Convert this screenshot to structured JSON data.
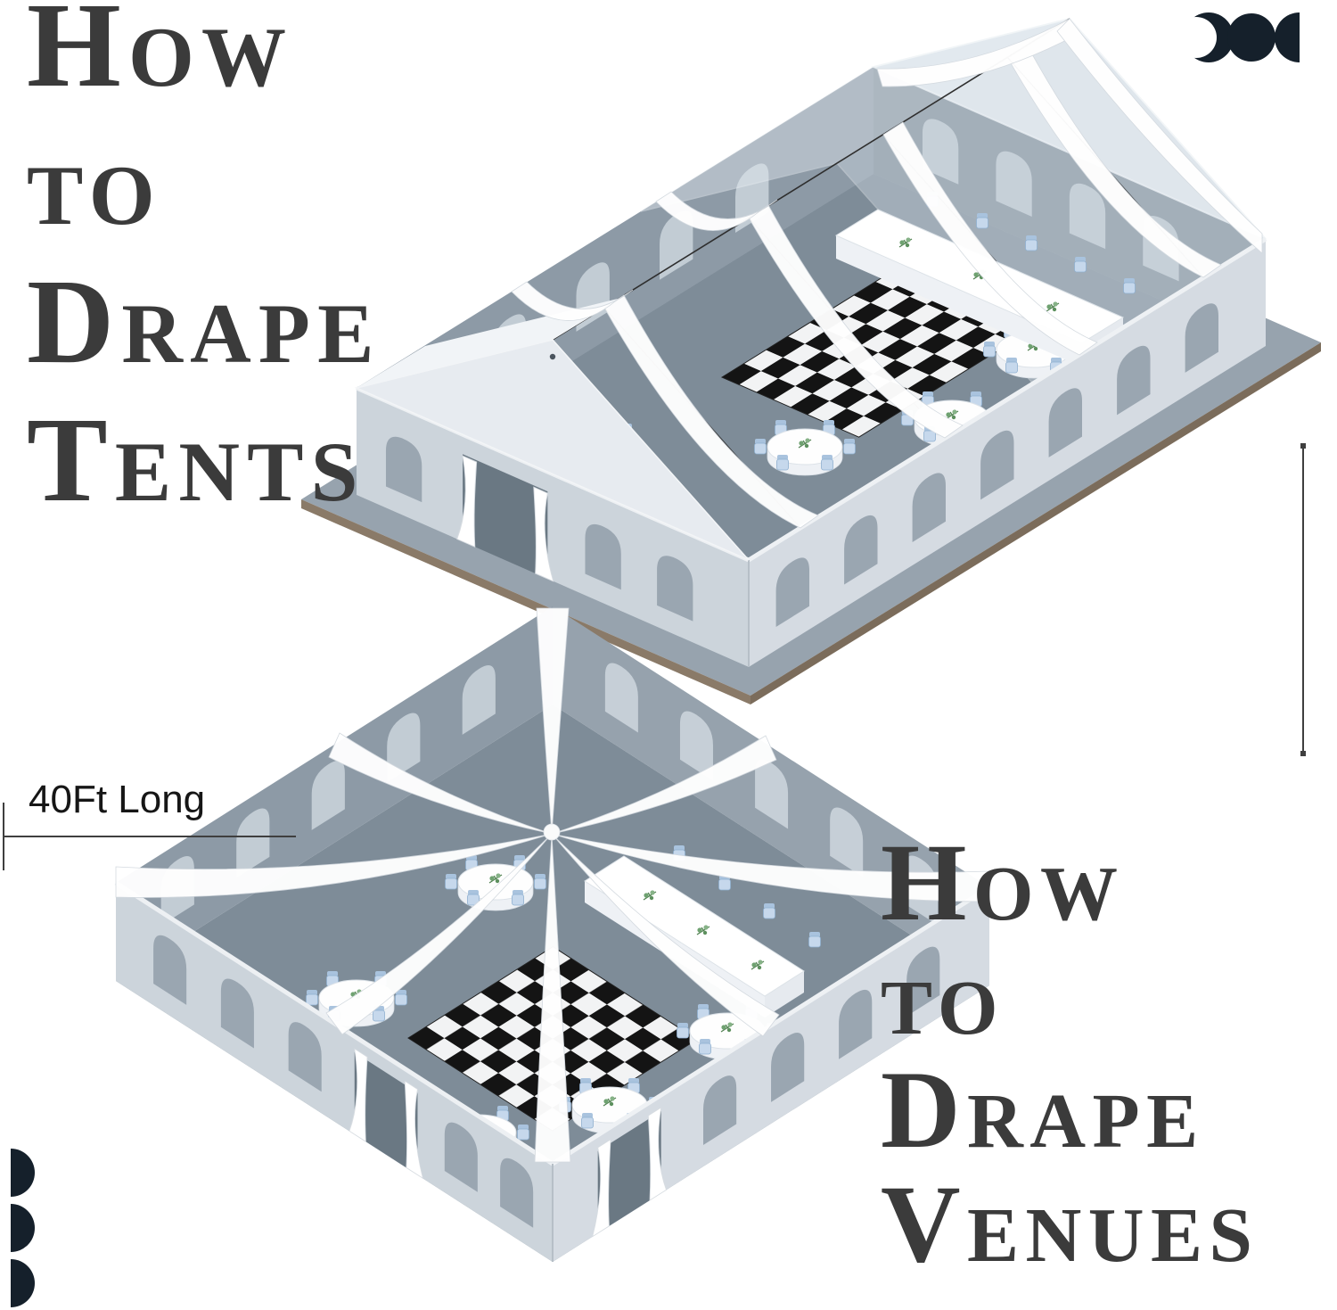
{
  "titles": {
    "top": {
      "lines": [
        "How",
        "to",
        "Drape",
        "Tents"
      ]
    },
    "bottom": {
      "lines": [
        "How",
        "to",
        "Drape",
        "Venues"
      ]
    }
  },
  "annotations": {
    "length_label": "40Ft Long"
  },
  "illustrations": {
    "top": {
      "name": "draped-frame-tent",
      "features": [
        "clear-top frame tent",
        "white ceiling swag drapes",
        "checkered dance floor",
        "round banquet tables",
        "blue chiavari chairs",
        "long head table",
        "arched-window sidewalls",
        "curtained doorway",
        "gray platform base"
      ]
    },
    "bottom": {
      "name": "draped-open-venue",
      "features": [
        "radial ceiling drapes from center point",
        "checkered dance floor",
        "round banquet tables",
        "blue chiavari chairs",
        "long head table",
        "arched-window walls",
        "curtained doorways"
      ]
    }
  },
  "colors": {
    "title_text": "#3b3b3b",
    "accent_dark": "#15202b",
    "wall_exterior": "#ccd4db",
    "wall_interior": "#8d9aa6",
    "floor": "#7e8c98",
    "drape": "#ffffff",
    "chair": "#c6d8ec",
    "dance_floor_dark": "#141414",
    "dance_floor_light": "#f2f3f4",
    "platform_edge": "#8a7a68"
  }
}
